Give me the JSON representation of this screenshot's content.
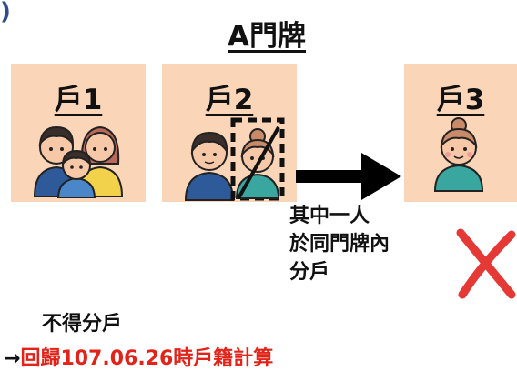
{
  "title": "A門牌",
  "households": [
    {
      "label": "戶1",
      "figure": "family-of-three-icon"
    },
    {
      "label": "戶2",
      "figure": "couple-one-crossed-out-icon"
    },
    {
      "label": "戶3",
      "figure": "woman-with-bun-icon"
    }
  ],
  "note": "其中一人\n於同門牌內\n分戶",
  "rule": {
    "line1": "不得分戶",
    "arrow": "→",
    "line2": "回歸107.06.26時戶籍計算"
  },
  "colors": {
    "card_background": "#fbd5b8",
    "highlight_red": "#e2231a",
    "cross_red": "#e53935",
    "arrow_black": "#000000"
  },
  "icons": [
    "right-arrow-icon",
    "red-x-icon",
    "dashed-selection-box-icon"
  ]
}
